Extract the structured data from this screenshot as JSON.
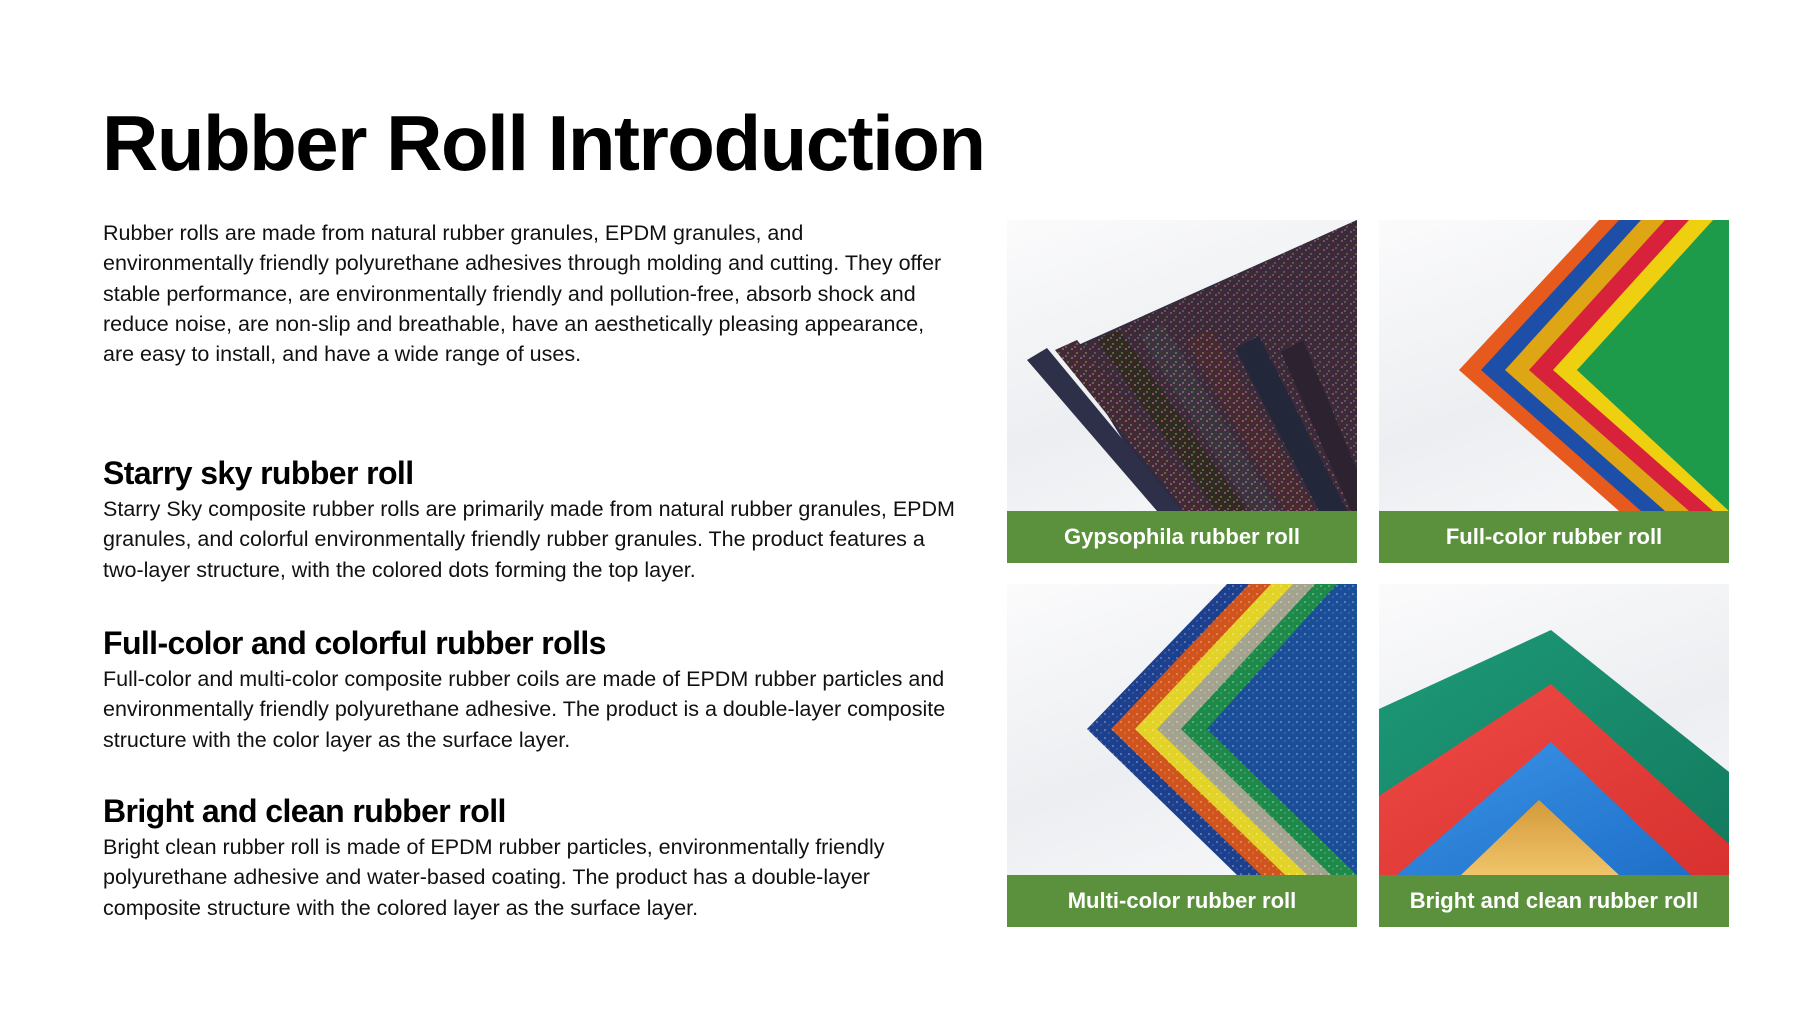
{
  "page": {
    "title": "Rubber Roll Introduction",
    "intro": "Rubber rolls are made from natural rubber granules, EPDM granules, and environmentally friendly polyurethane adhesives through molding and cutting. They offer stable performance, are environmentally friendly and pollution-free, absorb shock and reduce noise, are non-slip and breathable, have an aesthetically pleasing appearance, are easy to install, and have a wide range of uses."
  },
  "sections": [
    {
      "heading": "Starry sky rubber roll",
      "body": "Starry Sky composite rubber rolls are primarily made from natural rubber granules, EPDM granules, and colorful environmentally friendly rubber granules. The product features a two-layer structure, with the colored dots forming the top layer."
    },
    {
      "heading": "Full-color and colorful rubber rolls",
      "body": "Full-color and multi-color composite rubber coils are made of EPDM rubber particles and environmentally friendly polyurethane adhesive. The product is a double-layer composite structure with the color layer as the surface layer."
    },
    {
      "heading": "Bright and clean rubber roll",
      "body": "Bright clean rubber roll is made of EPDM rubber particles, environmentally friendly polyurethane adhesive and water-based coating. The product has a double-layer composite structure with the colored layer as the surface layer."
    }
  ],
  "gallery": [
    {
      "label": "Gypsophila rubber roll",
      "image": "dark speckled rubber rolls photo"
    },
    {
      "label": "Full-color rubber roll",
      "image": "stacked solid-color rubber sheets photo"
    },
    {
      "label": "Multi-color rubber roll",
      "image": "stacked glitter-speckled rubber sheets photo"
    },
    {
      "label": "Bright and clean rubber roll",
      "image": "stacked glossy rubber sheets photo"
    }
  ],
  "colors": {
    "label_green": "#5b913d",
    "label_text": "#ffffff",
    "text": "#000000"
  }
}
